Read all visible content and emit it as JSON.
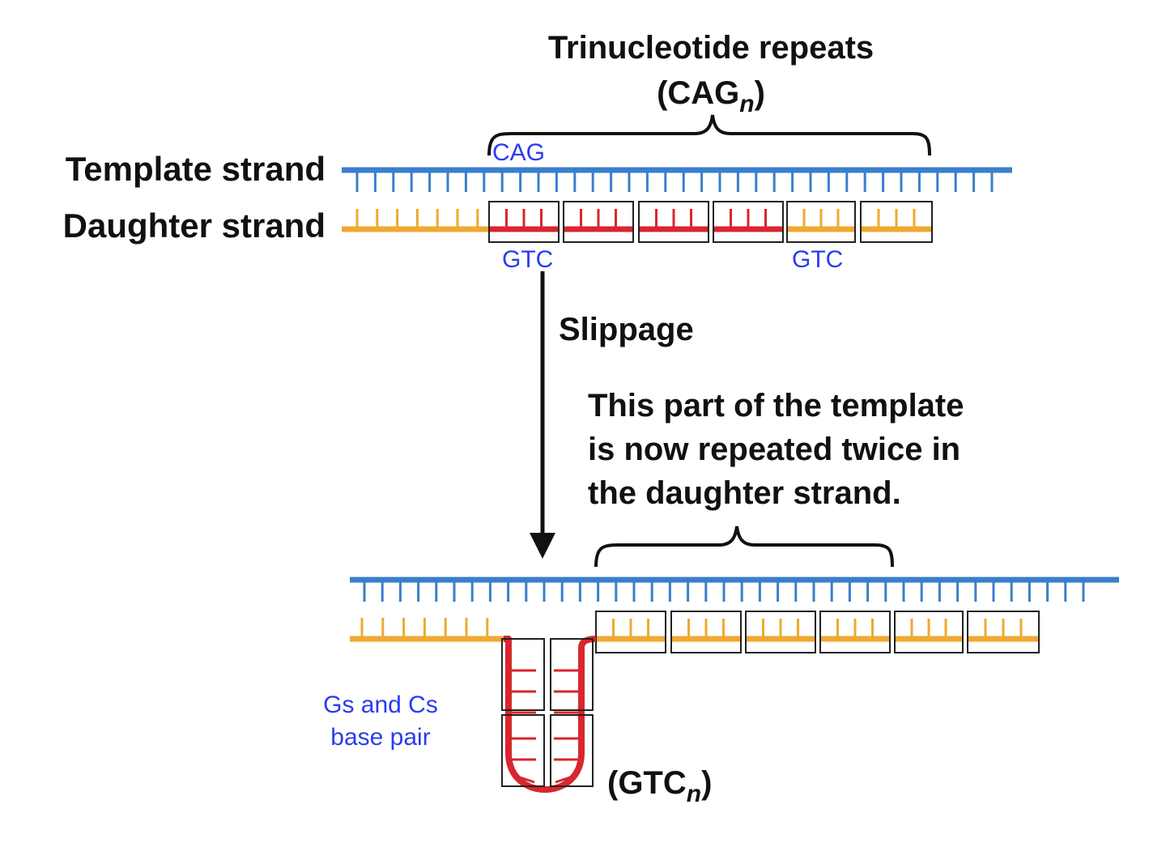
{
  "labels": {
    "trinucleotide_title": "Trinucleotide repeats",
    "cag_n_main": "(CAG",
    "cag_n_sub": "n",
    "cag_n_close": ")",
    "template_strand": "Template strand",
    "daughter_strand": "Daughter strand",
    "cag_codon": "CAG",
    "gtc_left": "GTC",
    "gtc_right": "GTC",
    "slippage": "Slippage",
    "note_line1": "This part of the template",
    "note_line2": "is now repeated twice in",
    "note_line3": "the daughter strand.",
    "gs_cs_line1": "Gs and Cs",
    "gs_cs_line2": "base pair",
    "gtc_n_main": "(GTC",
    "gtc_n_sub": "n",
    "gtc_n_close": ")"
  },
  "colors": {
    "template": "#3a7fcb",
    "daughter": "#f0a830",
    "repeat": "#d8262e",
    "box": "#222222",
    "blue_text": "#2a3cf0",
    "arrow": "#111111"
  }
}
